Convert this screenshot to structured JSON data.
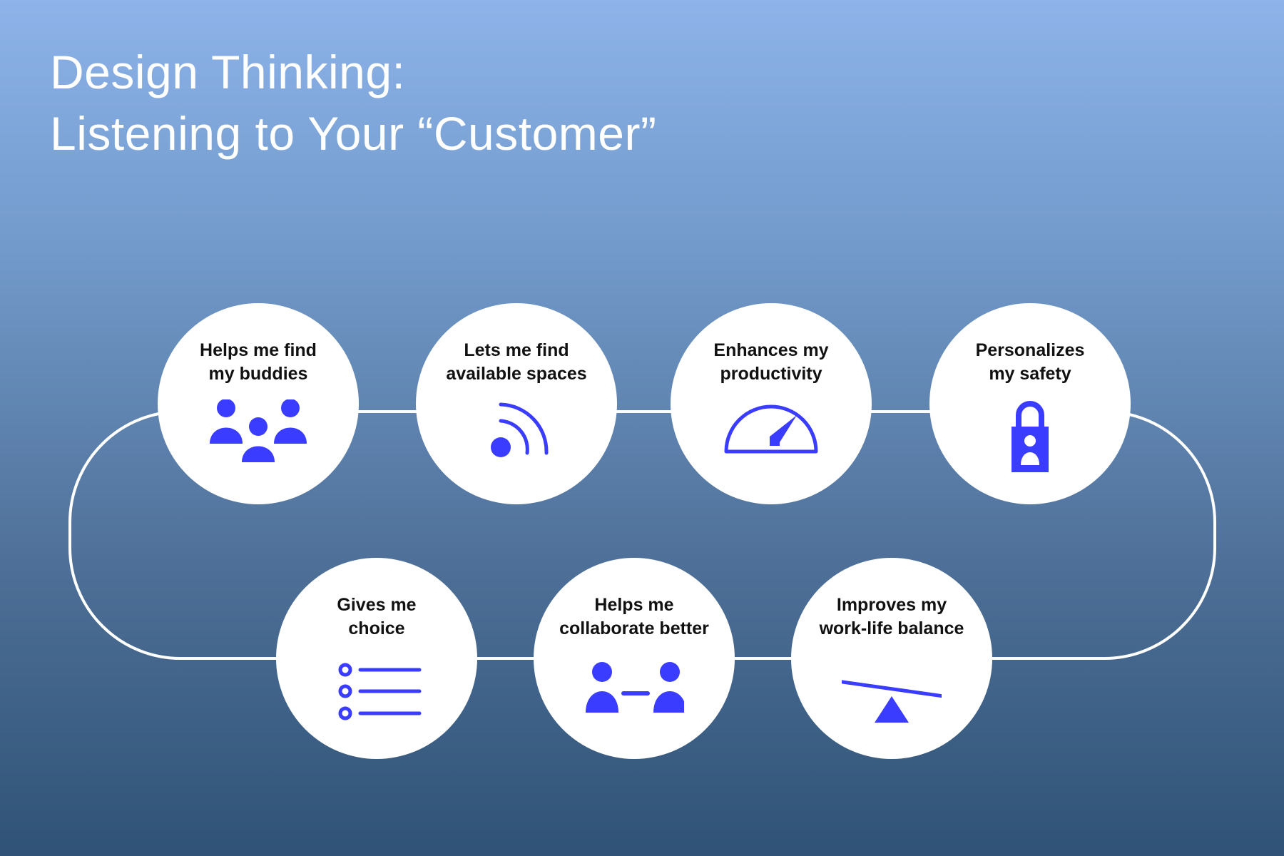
{
  "title": {
    "line1": "Design Thinking:",
    "line2": "Listening to Your “Customer”"
  },
  "colors": {
    "icon": "#3a3cff",
    "track": "#ffffff"
  },
  "nodes": [
    {
      "line1": "Helps me find",
      "line2": "my buddies",
      "icon": "group-icon"
    },
    {
      "line1": "Lets me find",
      "line2": "available spaces",
      "icon": "signal-icon"
    },
    {
      "line1": "Enhances my",
      "line2": "productivity",
      "icon": "speedometer-icon"
    },
    {
      "line1": "Personalizes",
      "line2": "my safety",
      "icon": "lock-person-icon"
    },
    {
      "line1": "Gives me",
      "line2": "choice",
      "icon": "list-icon"
    },
    {
      "line1": "Helps me",
      "line2": "collaborate better",
      "icon": "collaborate-icon"
    },
    {
      "line1": "Improves my",
      "line2": "work-life balance",
      "icon": "balance-icon"
    }
  ]
}
